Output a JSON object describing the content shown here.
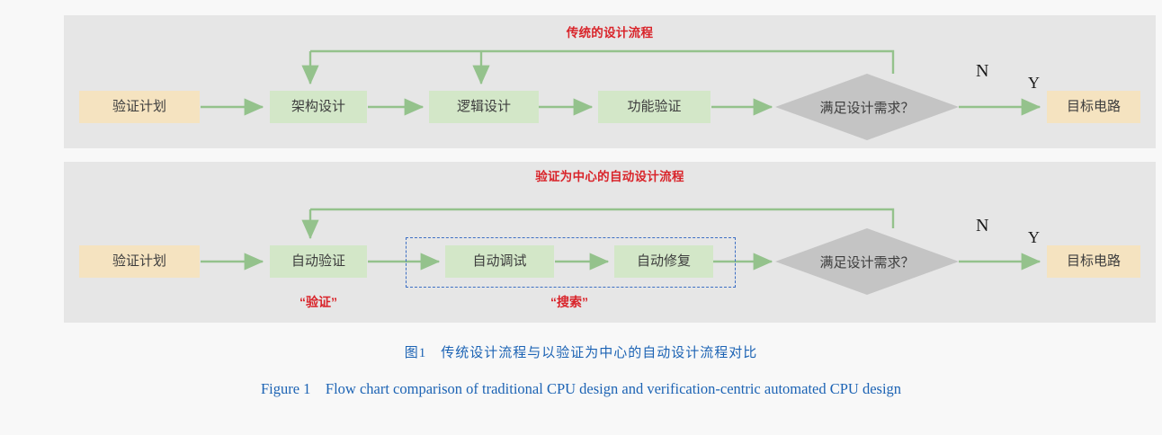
{
  "figure": {
    "caption_cn": "图1　传统设计流程与以验证为中心的自动设计流程对比",
    "caption_en": "Figure 1　Flow chart comparison of traditional CPU design and verification-centric automated CPU design",
    "caption_color": "#1c63b4"
  },
  "colors": {
    "panel_background": "#e6e6e6",
    "page_background": "#f8f8f8",
    "terminal_box": "#f5e3c0",
    "process_box": "#d3e7c8",
    "decision_shape": "#c4c4c4",
    "arrow": "#94c28c",
    "title_red": "#d9242a",
    "group_dashed_blue": "#3d6fc4",
    "node_text": "#3d3d3d"
  },
  "panels": [
    {
      "id": "traditional",
      "title": "传统的设计流程",
      "nodes": [
        {
          "id": "plan",
          "label": "验证计划",
          "type": "terminal"
        },
        {
          "id": "arch",
          "label": "架构设计",
          "type": "process"
        },
        {
          "id": "logic",
          "label": "逻辑设计",
          "type": "process"
        },
        {
          "id": "funcverify",
          "label": "功能验证",
          "type": "process"
        },
        {
          "id": "decision",
          "label": "满足设计需求？",
          "type": "decision"
        },
        {
          "id": "target",
          "label": "目标电路",
          "type": "terminal"
        }
      ],
      "branch_labels": {
        "no": "N",
        "yes": "Y"
      }
    },
    {
      "id": "automated",
      "title": "验证为中心的自动设计流程",
      "nodes": [
        {
          "id": "plan",
          "label": "验证计划",
          "type": "terminal"
        },
        {
          "id": "autoverify",
          "label": "自动验证",
          "type": "process"
        },
        {
          "id": "autodebug",
          "label": "自动调试",
          "type": "process"
        },
        {
          "id": "autorepair",
          "label": "自动修复",
          "type": "process"
        },
        {
          "id": "decision",
          "label": "满足设计需求？",
          "type": "decision"
        },
        {
          "id": "target",
          "label": "目标电路",
          "type": "terminal"
        }
      ],
      "branch_labels": {
        "no": "N",
        "yes": "Y"
      },
      "notes": [
        {
          "id": "verify-note",
          "label": "“验证”"
        },
        {
          "id": "search-note",
          "label": "“搜索”"
        }
      ]
    }
  ]
}
